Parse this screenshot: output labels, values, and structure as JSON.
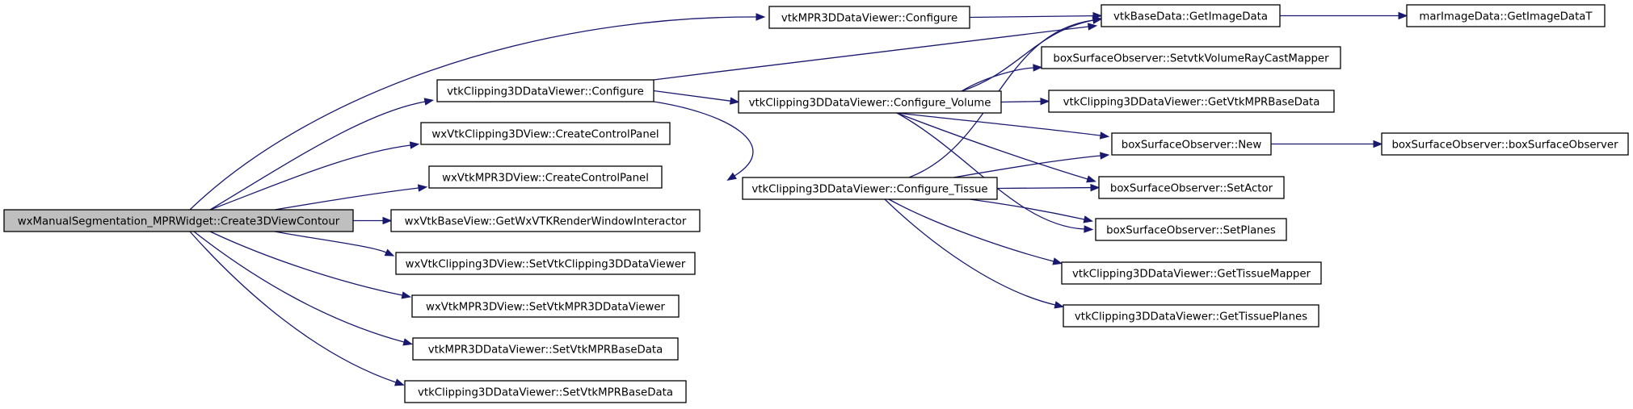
{
  "colors": {
    "edge": "#191970",
    "root_fill": "#bfbfbf",
    "node_fill": "#ffffff",
    "border": "#000000",
    "background": "#ffffff"
  },
  "nodes": [
    {
      "id": "root",
      "label": "wxManualSegmentation_MPRWidget::Create3DViewContour",
      "highlight": true
    },
    {
      "id": "mpr_configure",
      "label": "vtkMPR3DDataViewer::Configure"
    },
    {
      "id": "clip_configure",
      "label": "vtkClipping3DDataViewer::Configure"
    },
    {
      "id": "wxclip_ccp",
      "label": "wxVtkClipping3DView::CreateControlPanel"
    },
    {
      "id": "wxmpr_ccp",
      "label": "wxVtkMPR3DView::CreateControlPanel"
    },
    {
      "id": "getwxvtk",
      "label": "wxVtkBaseView::GetWxVTKRenderWindowInteractor"
    },
    {
      "id": "setclipviewer",
      "label": "wxVtkClipping3DView::SetVtkClipping3DDataViewer"
    },
    {
      "id": "setmprviewer",
      "label": "wxVtkMPR3DView::SetVtkMPR3DDataViewer"
    },
    {
      "id": "mpr_setbase",
      "label": "vtkMPR3DDataViewer::SetVtkMPRBaseData"
    },
    {
      "id": "clip_setbase",
      "label": "vtkClipping3DDataViewer::SetVtkMPRBaseData"
    },
    {
      "id": "getimagedata",
      "label": "vtkBaseData::GetImageData"
    },
    {
      "id": "getimagedatat",
      "label": "marImageData::GetImageDataT"
    },
    {
      "id": "conf_volume",
      "label": "vtkClipping3DDataViewer::Configure_Volume"
    },
    {
      "id": "conf_tissue",
      "label": "vtkClipping3DDataViewer::Configure_Tissue"
    },
    {
      "id": "setraycast",
      "label": "boxSurfaceObserver::SetvtkVolumeRayCastMapper"
    },
    {
      "id": "getvtkmprbase",
      "label": "vtkClipping3DDataViewer::GetVtkMPRBaseData"
    },
    {
      "id": "bso_new",
      "label": "boxSurfaceObserver::New"
    },
    {
      "id": "bso_ctor",
      "label": "boxSurfaceObserver::boxSurfaceObserver"
    },
    {
      "id": "bso_setactor",
      "label": "boxSurfaceObserver::SetActor"
    },
    {
      "id": "bso_setplanes",
      "label": "boxSurfaceObserver::SetPlanes"
    },
    {
      "id": "gettissuemapper",
      "label": "vtkClipping3DDataViewer::GetTissueMapper"
    },
    {
      "id": "gettissueplanes",
      "label": "vtkClipping3DDataViewer::GetTissuePlanes"
    }
  ],
  "edges": [
    [
      "root",
      "mpr_configure"
    ],
    [
      "root",
      "clip_configure"
    ],
    [
      "root",
      "wxclip_ccp"
    ],
    [
      "root",
      "wxmpr_ccp"
    ],
    [
      "root",
      "getwxvtk"
    ],
    [
      "root",
      "setclipviewer"
    ],
    [
      "root",
      "setmprviewer"
    ],
    [
      "root",
      "mpr_setbase"
    ],
    [
      "root",
      "clip_setbase"
    ],
    [
      "mpr_configure",
      "getimagedata"
    ],
    [
      "clip_configure",
      "getimagedata"
    ],
    [
      "clip_configure",
      "conf_volume"
    ],
    [
      "clip_configure",
      "conf_tissue"
    ],
    [
      "getimagedata",
      "getimagedatat"
    ],
    [
      "conf_volume",
      "getimagedata"
    ],
    [
      "conf_volume",
      "setraycast"
    ],
    [
      "conf_volume",
      "getvtkmprbase"
    ],
    [
      "conf_volume",
      "bso_new"
    ],
    [
      "conf_volume",
      "bso_setactor"
    ],
    [
      "conf_volume",
      "bso_setplanes"
    ],
    [
      "conf_tissue",
      "getimagedata"
    ],
    [
      "conf_tissue",
      "bso_new"
    ],
    [
      "conf_tissue",
      "bso_setactor"
    ],
    [
      "conf_tissue",
      "bso_setplanes"
    ],
    [
      "conf_tissue",
      "gettissuemapper"
    ],
    [
      "conf_tissue",
      "gettissueplanes"
    ],
    [
      "bso_new",
      "bso_ctor"
    ]
  ]
}
